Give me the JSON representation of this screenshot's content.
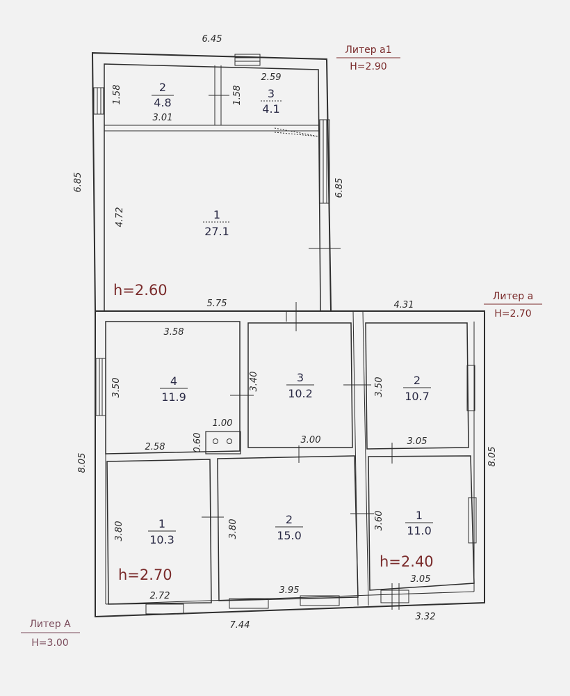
{
  "liters": {
    "a1": {
      "name": "Литер а1",
      "height": "H=2.90"
    },
    "a": {
      "name": "Литер а",
      "height": "H=2.70"
    },
    "A": {
      "name": "Литер А",
      "height": "H=3.00"
    }
  },
  "zone_heights": {
    "top": "h=2.60",
    "bottom_left": "h=2.70",
    "bottom_right": "h=2.40"
  },
  "rooms": {
    "a1_2": {
      "num": "2",
      "area": "4.8"
    },
    "a1_3": {
      "num": "3",
      "area": "4.1"
    },
    "a1_1": {
      "num": "1",
      "area": "27.1"
    },
    "A_4": {
      "num": "4",
      "area": "11.9"
    },
    "A_3": {
      "num": "3",
      "area": "10.2"
    },
    "a_2": {
      "num": "2",
      "area": "10.7"
    },
    "A_1": {
      "num": "1",
      "area": "10.3"
    },
    "A_2": {
      "num": "2",
      "area": "15.0"
    },
    "a_1": {
      "num": "1",
      "area": "11.0"
    }
  },
  "dimensions": {
    "top_width": "6.45",
    "left_height_top": "6.85",
    "right_height_top": "6.85",
    "room2_height": "1.58",
    "room2_width": "3.01",
    "room3_height": "1.58",
    "room3_width": "2.59",
    "room1_height": "4.72",
    "mid_width_left": "5.75",
    "mid_width_right": "4.31",
    "room4_width": "3.58",
    "room4_height": "3.50",
    "room3b_height": "3.40",
    "room3b_width": "3.00",
    "room2b_height": "3.50",
    "room2b_width": "3.05",
    "stove_width": "1.00",
    "stove_height": "0.60",
    "kitchen_width": "2.58",
    "left_height_bottom": "8.05",
    "right_height_bottom": "8.05",
    "room1b_height": "3.80",
    "room1b_width": "2.72",
    "room2c_height": "3.80",
    "room2c_width": "3.95",
    "room1c_height": "3.60",
    "room1c_width": "3.05",
    "bottom_width_left": "7.44",
    "bottom_width_right": "3.32"
  }
}
